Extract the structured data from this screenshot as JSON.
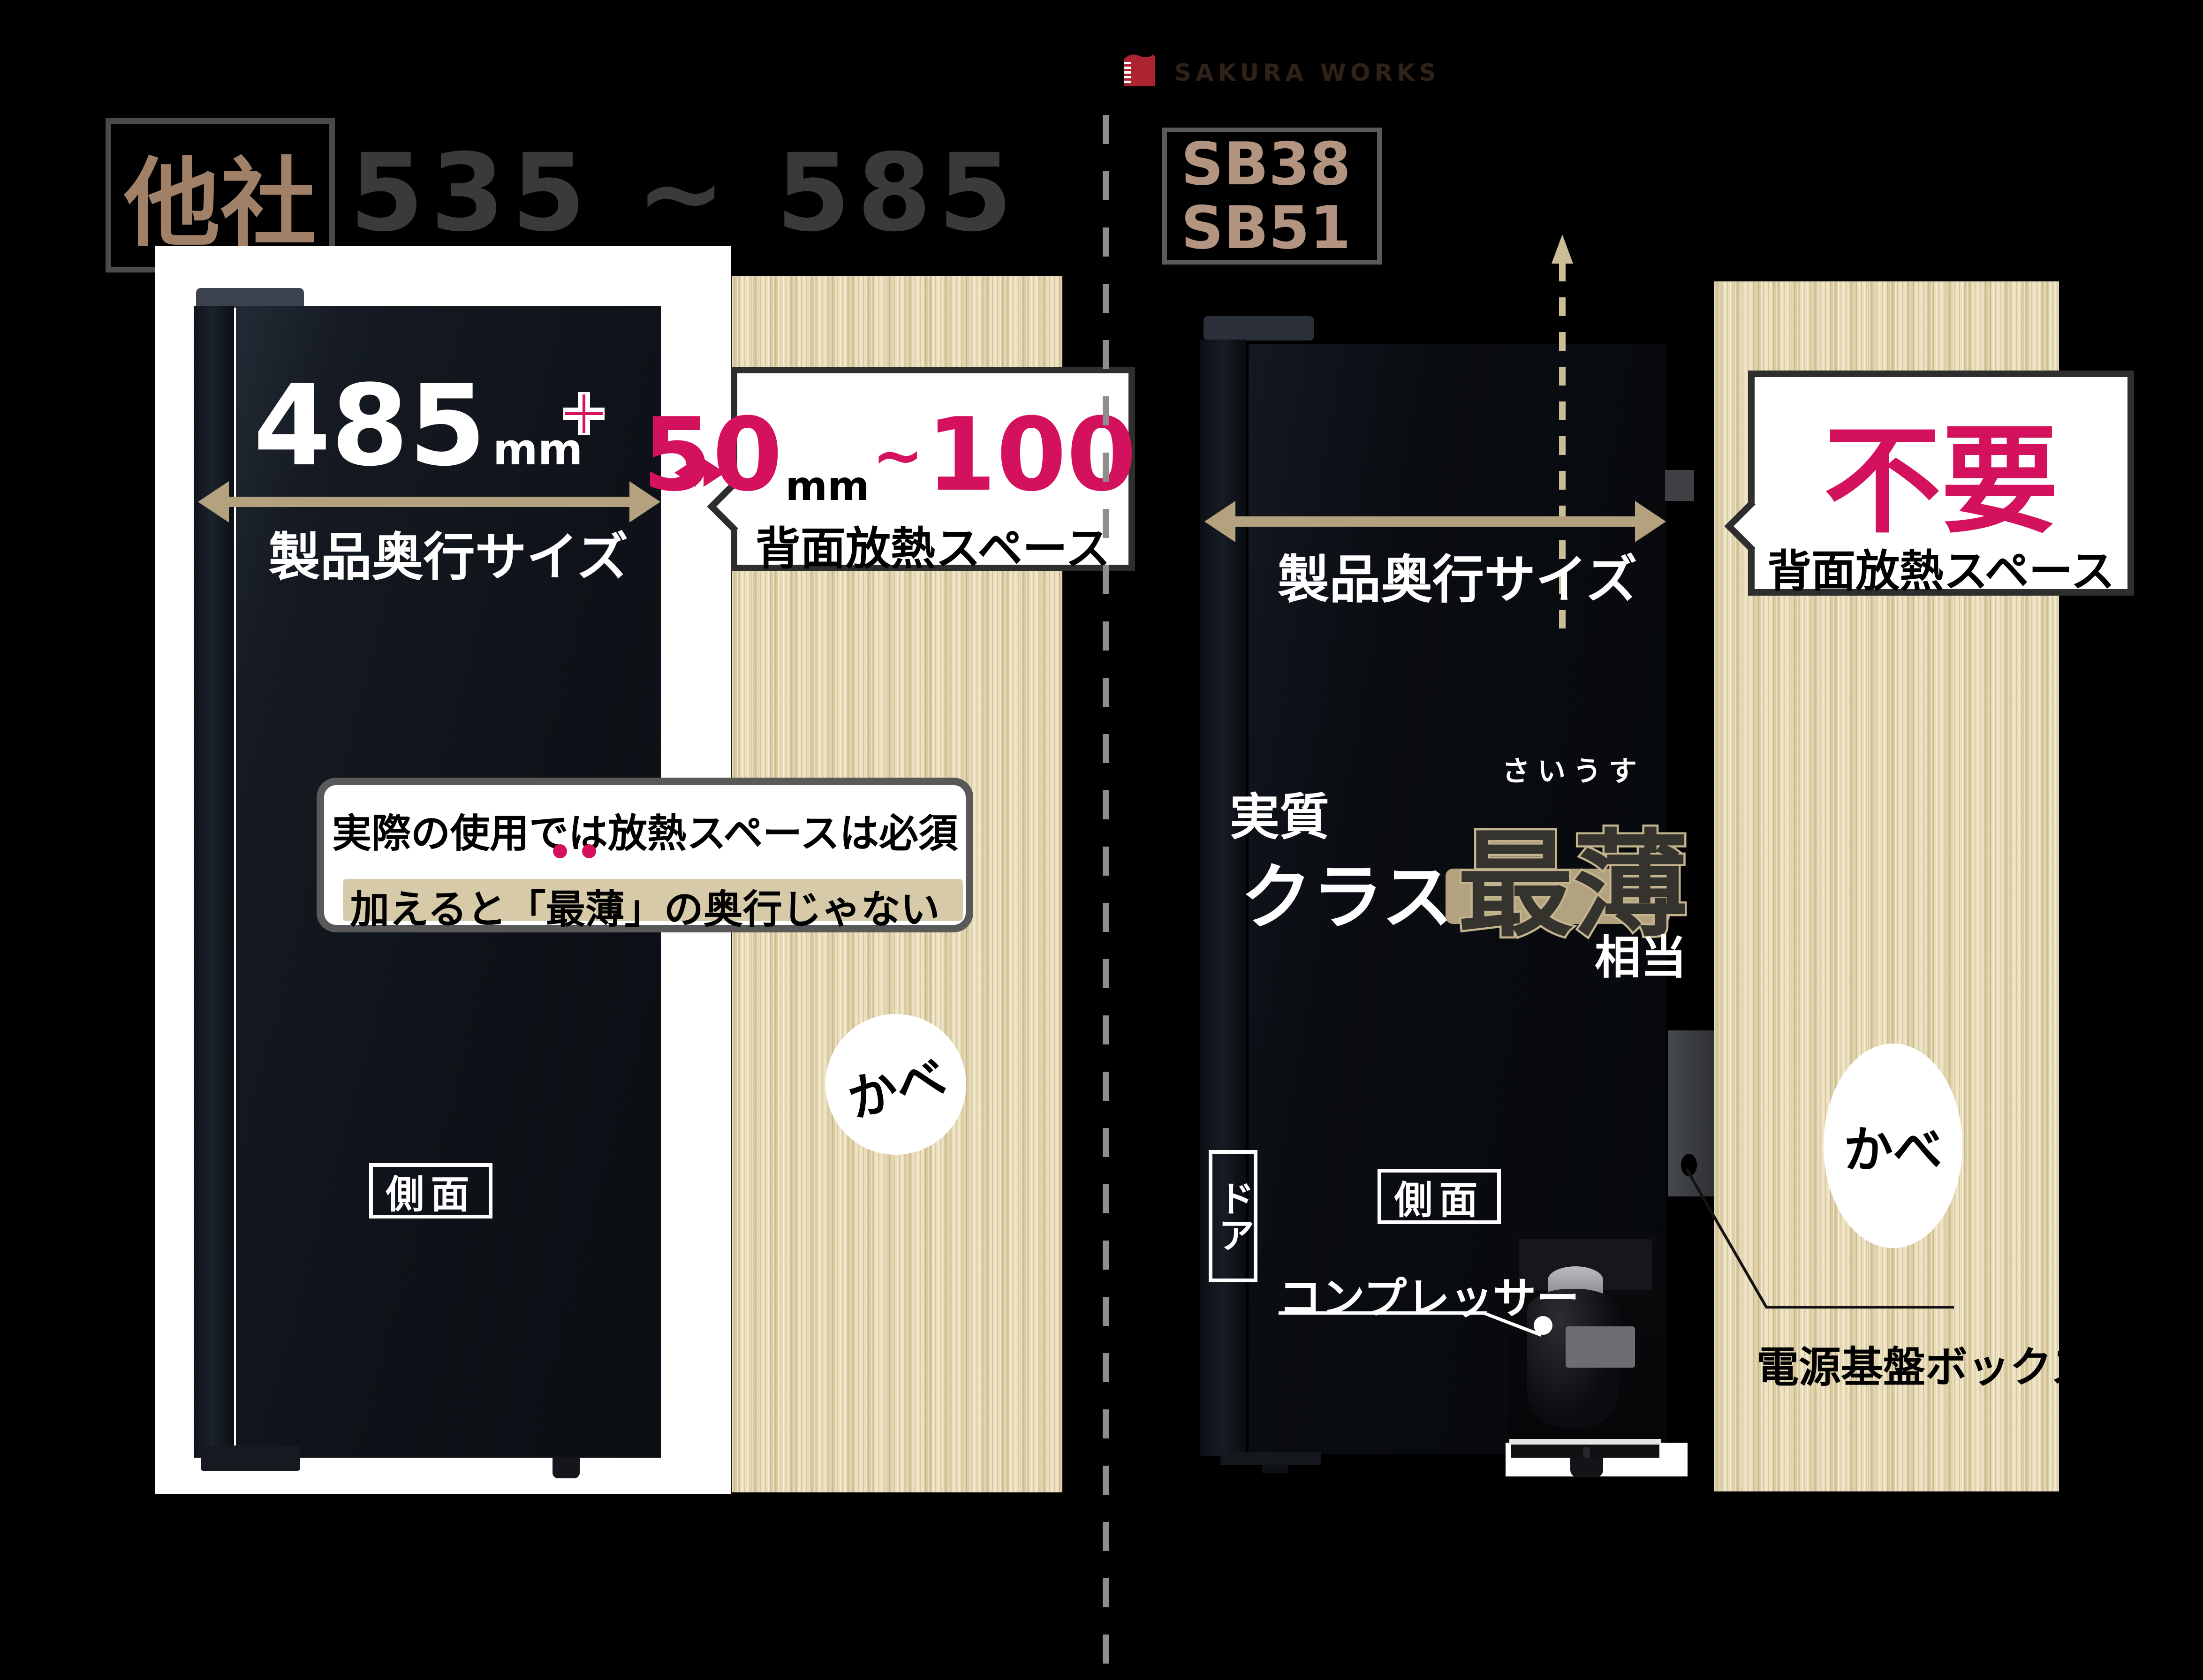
{
  "left": {
    "label": "他社",
    "range": "535 ~ 585",
    "depth_value": "485",
    "depth_unit": "mm",
    "depth_caption": "製品奥行サイズ",
    "callout": {
      "min": "50",
      "tilde": "~",
      "max": "100",
      "unit": "mm",
      "caption": "背面放熱スペース"
    },
    "note_line1": "実際の使用では放熱スペースは必須",
    "note_line2": "加えると「最薄」の奥行じゃない",
    "wall_label": "かべ",
    "side_label": "側面"
  },
  "right": {
    "brand": "SAKURA WORKS",
    "models": [
      "SB38",
      "SB51"
    ],
    "depth_caption": "製品奥行サイズ",
    "callout": {
      "value": "不要",
      "caption": "背面放熱スペース"
    },
    "claim": {
      "prefix": "実質",
      "class_word": "クラス",
      "furigana": "さいうす",
      "highlight": "最薄",
      "suffix": "相当"
    },
    "door_label": "ドア",
    "side_label": "側面",
    "compressor_label": "コンプレッサー",
    "power_box_label": "電源基盤ボックス",
    "wall_label": "かべ"
  },
  "colors": {
    "background": "#000000",
    "accent_pink": "#d4115c",
    "tan_arrow": "#b3a27d",
    "tan_dashed": "#cbbd96",
    "wood_base": "#e7d9b0",
    "brand_red": "#ab2430",
    "brand_text": "#2f2218",
    "model_text": "#b29480",
    "tasha_text": "#a08067",
    "range_text": "#3a3a3a",
    "note_border": "#595959",
    "note_highlight": "#d6caa9",
    "saihaku_fill": "#35332e",
    "saihaku_stroke": "#c4b48d",
    "saihaku_box": "#b2a27f",
    "callout_border": "#2e2e2e"
  }
}
